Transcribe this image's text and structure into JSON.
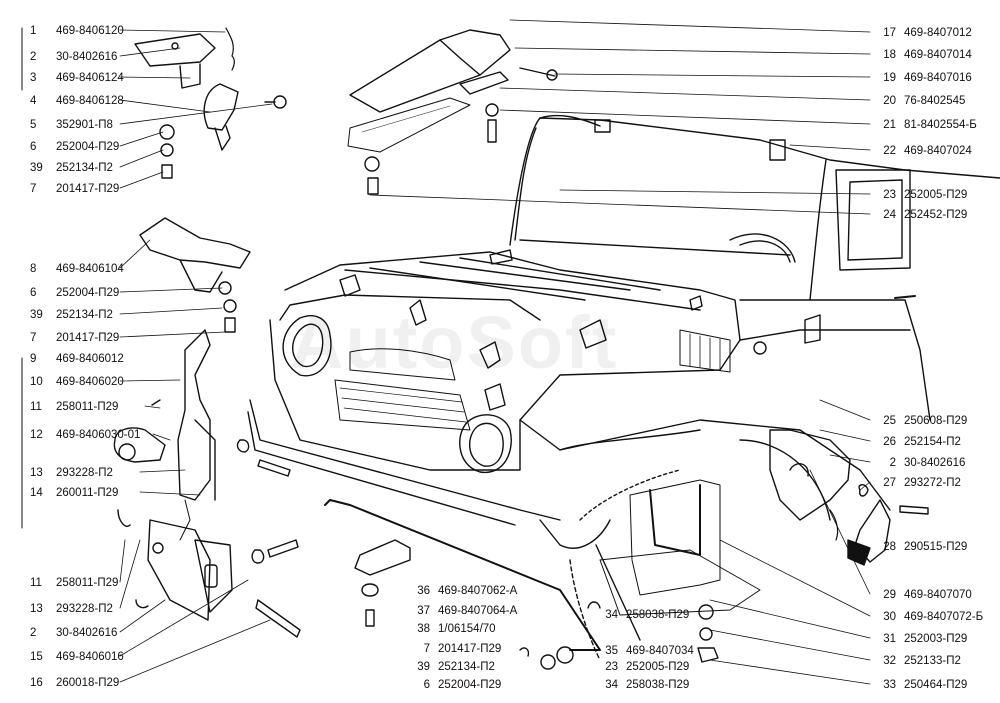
{
  "watermark": "AutoSoft",
  "left_labels": [
    {
      "num": "1",
      "code": "469-8406120"
    },
    {
      "num": "2",
      "code": "30-8402616"
    },
    {
      "num": "3",
      "code": "469-8406124"
    },
    {
      "num": "4",
      "code": "469-8406128"
    },
    {
      "num": "5",
      "code": "352901-П8"
    },
    {
      "num": "6",
      "code": "252004-П29"
    },
    {
      "num": "39",
      "code": "252134-П2"
    },
    {
      "num": "7",
      "code": "201417-П29"
    },
    {
      "num": "8",
      "code": "469-8406104"
    },
    {
      "num": "6",
      "code": "252004-П29"
    },
    {
      "num": "39",
      "code": "252134-П2"
    },
    {
      "num": "7",
      "code": "201417-П29"
    },
    {
      "num": "9",
      "code": "469-8406012"
    },
    {
      "num": "10",
      "code": "469-8406020"
    },
    {
      "num": "11",
      "code": "258011-П29"
    },
    {
      "num": "12",
      "code": "469-8406030-01"
    },
    {
      "num": "13",
      "code": "293228-П2"
    },
    {
      "num": "14",
      "code": "260011-П29"
    },
    {
      "num": "11",
      "code": "258011-П29"
    },
    {
      "num": "13",
      "code": "293228-П2"
    },
    {
      "num": "2",
      "code": "30-8402616"
    },
    {
      "num": "15",
      "code": "469-8406016"
    },
    {
      "num": "16",
      "code": "260018-П29"
    }
  ],
  "right_labels": [
    {
      "num": "17",
      "code": "469-8407012"
    },
    {
      "num": "18",
      "code": "469-8407014"
    },
    {
      "num": "19",
      "code": "469-8407016"
    },
    {
      "num": "20",
      "code": "76-8402545"
    },
    {
      "num": "21",
      "code": "81-8402554-Б"
    },
    {
      "num": "22",
      "code": "469-8407024"
    },
    {
      "num": "23",
      "code": "252005-П29"
    },
    {
      "num": "24",
      "code": "252452-П29"
    },
    {
      "num": "25",
      "code": "250608-П29"
    },
    {
      "num": "26",
      "code": "252154-П2"
    },
    {
      "num": "2",
      "code": "30-8402616"
    },
    {
      "num": "27",
      "code": "293272-П2"
    },
    {
      "num": "28",
      "code": "290515-П29"
    },
    {
      "num": "29",
      "code": "469-8407070"
    },
    {
      "num": "30",
      "code": "469-8407072-Б"
    },
    {
      "num": "31",
      "code": "252003-П29"
    },
    {
      "num": "32",
      "code": "252133-П2"
    },
    {
      "num": "33",
      "code": "250464-П29"
    }
  ],
  "center_labels": [
    {
      "num": "36",
      "code": "469-8407062-А"
    },
    {
      "num": "37",
      "code": "469-8407064-А"
    },
    {
      "num": "38",
      "code": "1/06154/70"
    },
    {
      "num": "7",
      "code": "201417-П29"
    },
    {
      "num": "39",
      "code": "252134-П2"
    },
    {
      "num": "6",
      "code": "252004-П29"
    },
    {
      "num": "34",
      "code": "258038-П29"
    },
    {
      "num": "35",
      "code": "469-8407034"
    },
    {
      "num": "23",
      "code": "252005-П29"
    },
    {
      "num": "34",
      "code": "258038-П29"
    }
  ]
}
